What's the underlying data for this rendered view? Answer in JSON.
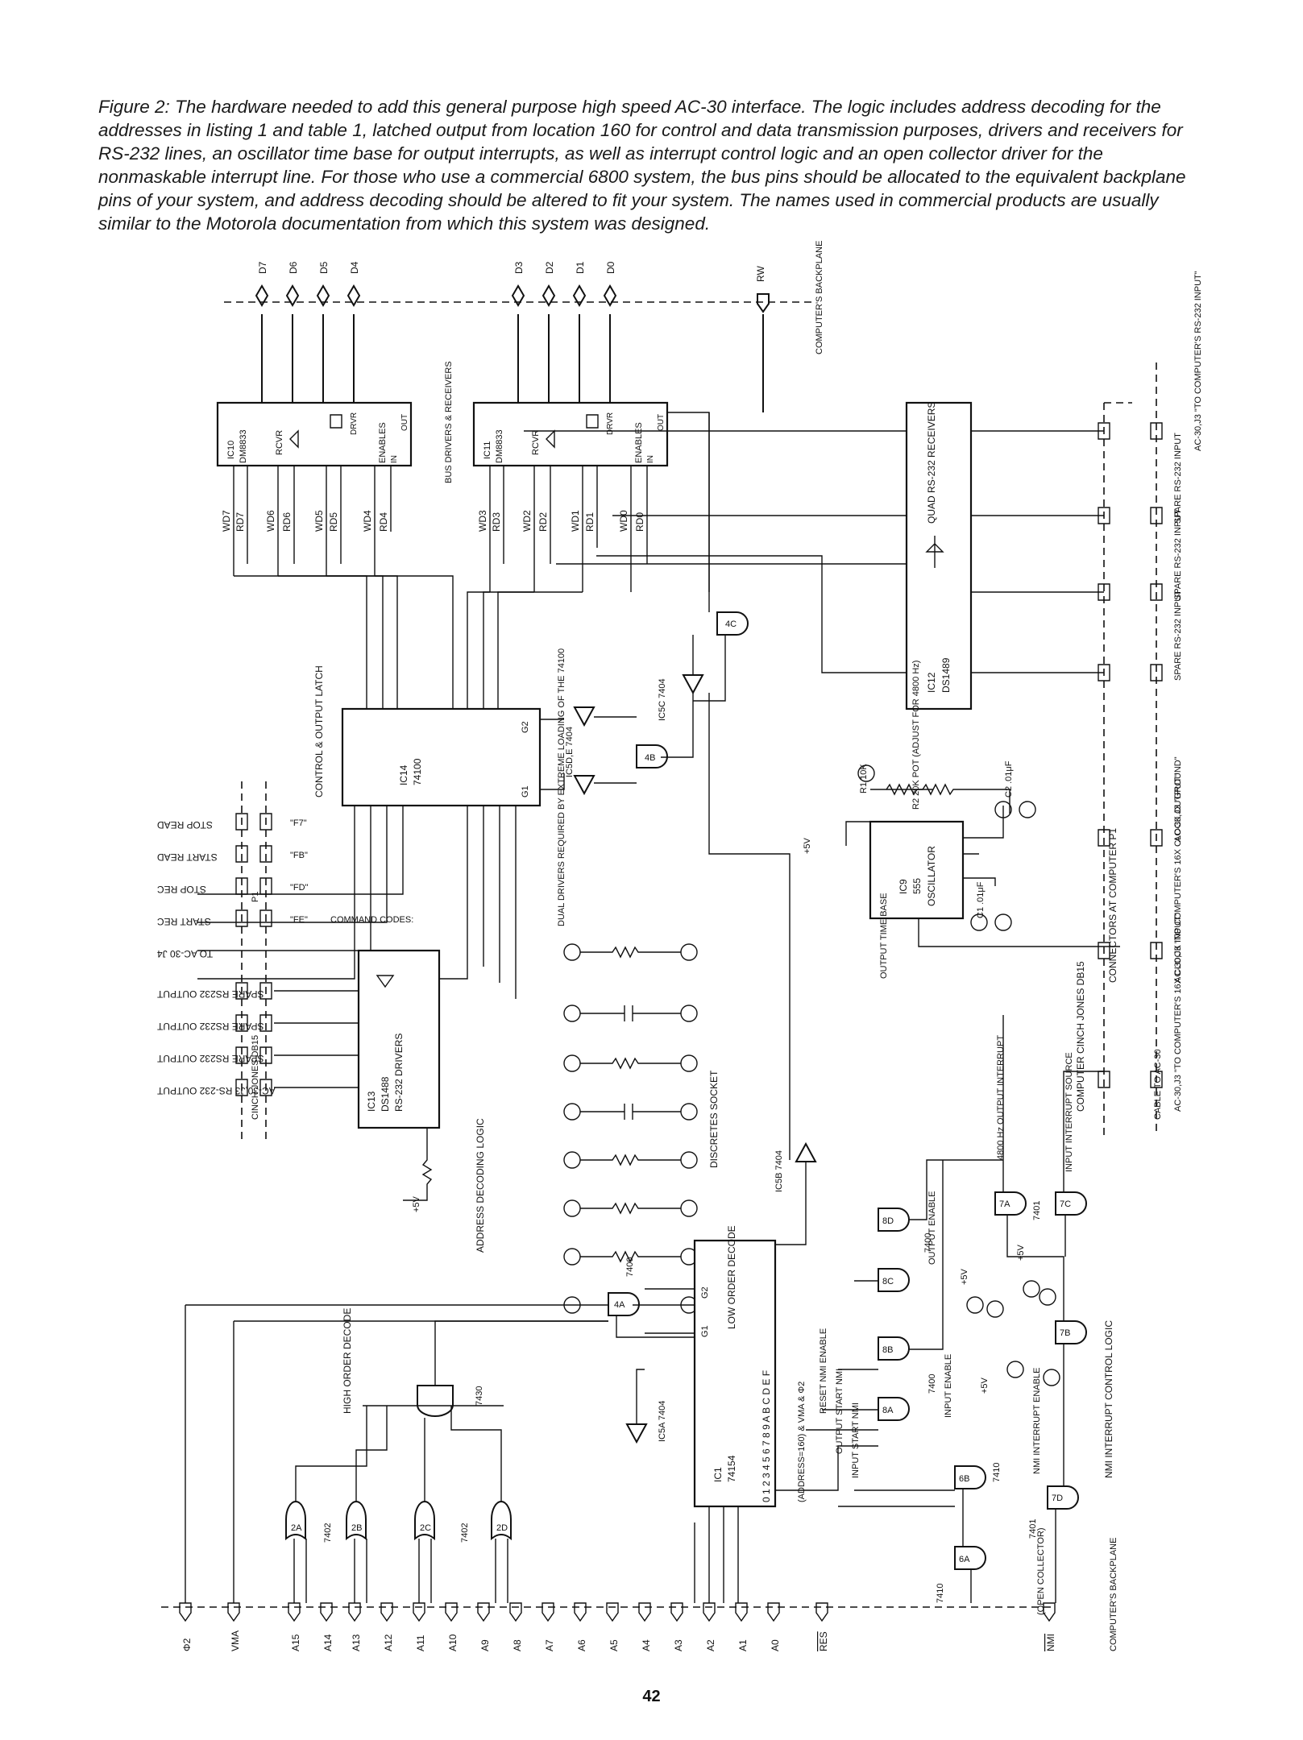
{
  "caption": "Figure 2: The hardware needed to add this general purpose high speed AC-30 interface. The logic includes address decoding for the addresses in listing 1 and table 1, latched output from location 160 for control and data transmission purposes, drivers and receivers for RS-232 lines, an oscillator time base for output interrupts, as well as interrupt control logic and an open collector driver for the nonmaskable interrupt line. For those who use a commercial 6800 system, the bus pins should be allocated to the equivalent backplane pins of your system, and address decoding should be altered to fit your system. The names used in commercial products are usually similar to the Motorola documentation from which this system was designed.",
  "page_number": "42",
  "top_bus": {
    "signals": [
      "D7",
      "D6",
      "D5",
      "D4",
      "D3",
      "D2",
      "D1",
      "D0",
      "RW"
    ],
    "label": "COMPUTER'S BACKPLANE"
  },
  "bottom_bus": {
    "signals": [
      "Φ2",
      "VMA",
      "A15",
      "A14",
      "A13",
      "A12",
      "A11",
      "A10",
      "A9",
      "A8",
      "A7",
      "A6",
      "A5",
      "A4",
      "A3",
      "A2",
      "A1",
      "A0",
      "RES",
      "NMI"
    ],
    "label": "COMPUTER'S BACKPLANE"
  },
  "ic10": {
    "name": "IC10",
    "part": "DM8833",
    "rcvr": "RCVR",
    "drvr": "DRVR",
    "enables": "ENABLES",
    "in": "IN",
    "out": "OUT",
    "pins_left": [
      "WD7",
      "RD7",
      "WD6",
      "RD6",
      "WD5",
      "RD5",
      "WD4",
      "RD4"
    ]
  },
  "ic11": {
    "name": "IC11",
    "part": "DM8833",
    "rcvr": "RCVR",
    "drvr": "DRVR",
    "enables": "ENABLES",
    "in": "IN",
    "out": "OUT",
    "pins_left": [
      "WD3",
      "RD3",
      "WD2",
      "RD2",
      "WD1",
      "RD1",
      "WD0",
      "RD0"
    ]
  },
  "bus_drivers_label": "BUS DRIVERS & RECEIVERS",
  "ic12": {
    "name": "IC12",
    "part": "DS1489",
    "title": "QUAD RS-232 RECEIVERS"
  },
  "ic14": {
    "name": "IC14",
    "part": "74100",
    "title": "CONTROL & OUTPUT LATCH",
    "g1": "G1",
    "g2": "G2"
  },
  "ic13": {
    "name": "IC13",
    "part": "DS1488",
    "title": "RS-232 DRIVERS"
  },
  "ic9": {
    "name": "IC9",
    "part": "555",
    "title": "OSCILLATOR"
  },
  "ic1": {
    "name": "IC1",
    "part": "74154",
    "title": "LOW ORDER DECODE",
    "g1": "G1",
    "g2": "G2",
    "outputs": "0 1 2 3 4 5 6 7 8 9 A B C D E F",
    "note": "(ADDRESS=160) & VMA & Φ2"
  },
  "gate_labels": {
    "g4c": "4C",
    "g4b": "4B",
    "g4a": "4A",
    "ic5c": "IC5C 7404",
    "ic5de": "IC5D,E 7404",
    "ic5b": "IC5B 7404",
    "ic5a": "IC5A 7404",
    "g2a": "2A",
    "g2b": "2B",
    "g2c": "2C",
    "g2d": "2D",
    "p7402": "7402",
    "p7430": "7430",
    "p7400": "7400",
    "g8a": "8A",
    "g8b": "8B",
    "g8c": "8C",
    "g8d": "8D",
    "g7a": "7A",
    "g7b": "7B",
    "g7c": "7C",
    "g7d": "7D",
    "g6a": "6A",
    "g6b": "6B",
    "p7410": "7410",
    "p7401": "7401"
  },
  "labels": {
    "dual_drivers": "DUAL DRIVERS REQUIRED BY EXTREME LOADING OF THE 74100",
    "discretes_socket": "DISCRETES SOCKET",
    "high_order_decode": "HIGH ORDER DECODE",
    "address_decoding_logic": "ADDRESS DECODING LOGIC",
    "nmi_interrupt_control": "NMI INTERRUPT CONTROL LOGIC",
    "output_time_base": "OUTPUT TIME BASE",
    "output_interrupt": "4800 Hz OUTPUT INTERRUPT",
    "input_interrupt_source": "INPUT INTERRUPT SOURCE",
    "reset_nmi_enable": "RESET NMI ENABLE",
    "output_start_nmi": "OUTPUT START NMI",
    "input_start_nmi": "INPUT START NMI",
    "output_enable": "OUTPUT ENABLE",
    "input_enable": "INPUT ENABLE",
    "nmi_interrupt_enable": "NMI INTERRUPT ENABLE",
    "open_collector": "(OPEN COLLECTOR)",
    "r2_pot": "R2 20K POT (ADJUST FOR 4800 Hz)",
    "r1": "R1 10K",
    "c1": "C1 .01μF",
    "c2": "C2 .01μF",
    "plus5v": "+5V",
    "cinch_p1": "CINCH JONES DB15",
    "p1": "P1",
    "connectors": "CONNECTORS AT COMPUTER P1",
    "cable": "CABLE TO AC-30",
    "computer_p1": "COMPUTER CINCH JONES DB15"
  },
  "left_connector": {
    "items": [
      "STOP READ",
      "START READ",
      "STOP REC",
      "START REC",
      "TO AC-30 J4",
      "SPARE RS232 OUTPUT",
      "SPARE RS232 OUTPUT",
      "SPARE RS232 OUTPUT",
      "AC-30,J3 RS-232 OUTPUT"
    ],
    "codes": [
      "\"F7\"",
      "\"FB\"",
      "\"FD\"",
      "\"FE\""
    ],
    "command_codes": "COMMAND CODES:"
  },
  "right_connector": {
    "items": [
      "AC-30,J3 \"TO COMPUTER'S RS-232 INPUT\"",
      "SPARE RS-232 INPUT",
      "SPARE RS-232 INPUT",
      "SPARE RS-232 INPUT",
      "AC-30,J3 \"GROUND\"",
      "AC-30,J3 \"TO COMPUTER'S 16X CLOCK OUTPUT\"",
      "AC-30,J3 \"TO COMPUTER'S 16X CLOCK INPUT\""
    ]
  }
}
